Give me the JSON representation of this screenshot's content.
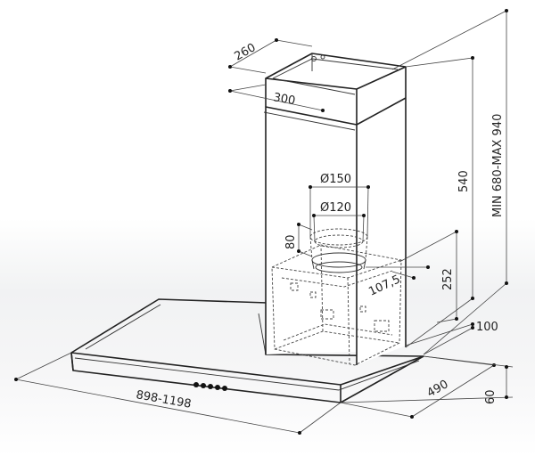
{
  "labels": {
    "chimney_depth": "260",
    "chimney_width": "300",
    "chimney_height": "540",
    "total_height": "MIN 680-MAX 940",
    "duct_outer": "Ø150",
    "duct_inner": "Ø120",
    "collar_height": "80",
    "box_height": "252",
    "outlet_offset": "107,5",
    "rear_offset": "100",
    "canopy_depth": "490",
    "canopy_height": "60",
    "canopy_width": "898-1198"
  },
  "icons": {
    "control_buttons": "control-buttons-icon"
  }
}
